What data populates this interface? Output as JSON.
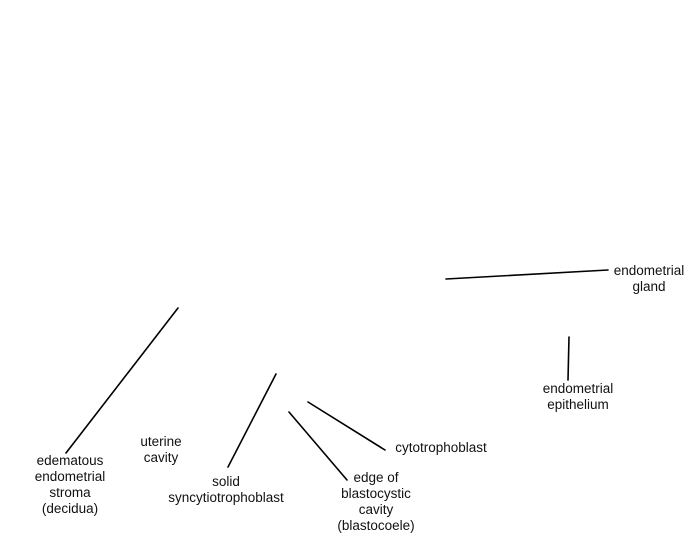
{
  "labels": {
    "endometrial_gland": [
      "endometrial",
      "gland"
    ],
    "endometrial_epithelium": [
      "endometrial",
      "epithelium"
    ],
    "cytotrophoblast": [
      "cytotrophoblast"
    ],
    "edge_of_blastocystic_cavity": [
      "edge of",
      "blastocystic",
      "cavity",
      "(blastocoele)"
    ],
    "solid_syncytiotrophoblast": [
      "solid",
      "syncytiotrophoblast"
    ],
    "uterine_cavity": [
      "uterine",
      "cavity"
    ],
    "edematous_endometrial_stroma": [
      "edematous",
      "endometrial",
      "stroma",
      "(decidua)"
    ]
  }
}
